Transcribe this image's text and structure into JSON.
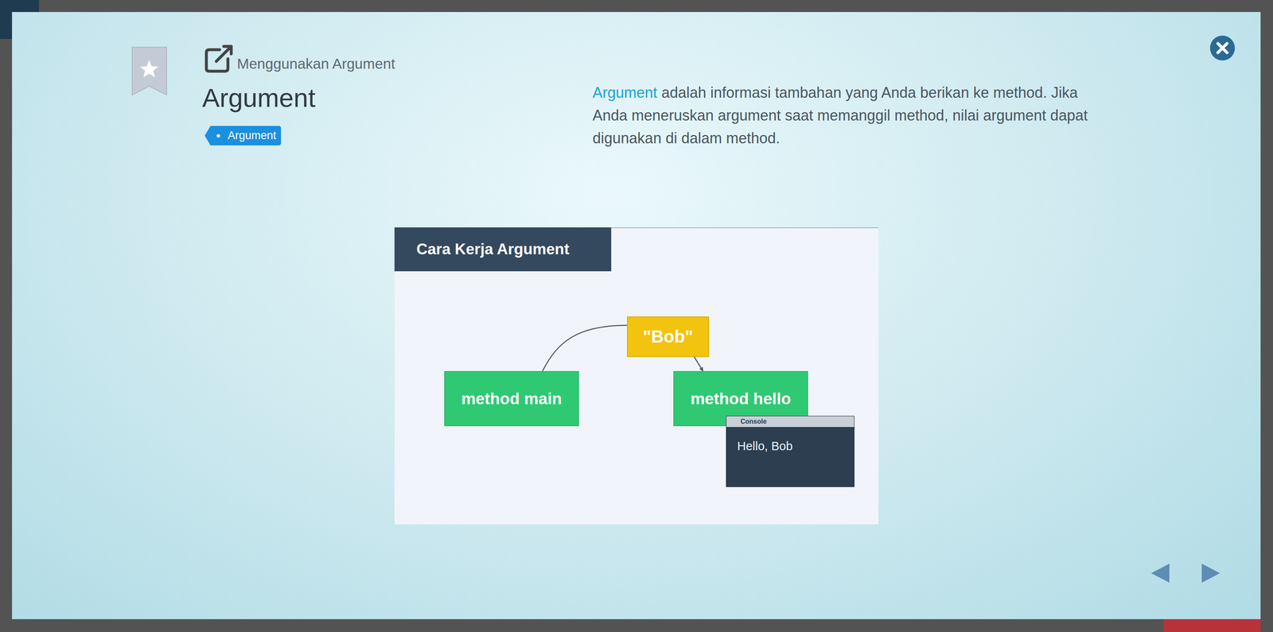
{
  "diagram": {
    "title": "Argument",
    "nodes": [
      {
        "text": [
          "Argument"
        ]
      },
      {
        "text": [
          "Cara Kerja Argument"
        ]
      },
      {
        "text": [
          "\"Bob\""
        ]
      },
      {
        "text": [
          "method main"
        ]
      },
      {
        "text": [
          "method hello"
        ]
      },
      {
        "text": [
          "Console",
          "Hello, Bob"
        ]
      }
    ],
    "edges": [
      {
        "from": 3,
        "to": 2,
        "arrow": "none"
      },
      {
        "from": 2,
        "to": 4,
        "arrow": "to"
      }
    ],
    "labels": [
      "Menggunakan Argument",
      "Argument",
      "adalah informasi tambahan yang Anda berikan ke method. Jika Anda meneruskan argument saat memanggil method, nilai argument dapat digunakan di dalam method."
    ]
  }
}
